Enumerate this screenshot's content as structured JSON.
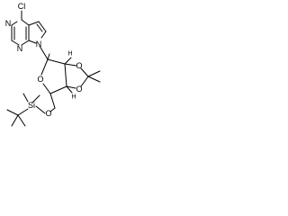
{
  "atoms": {
    "cl": "Cl",
    "n_pyrimidine_top": "N",
    "n_pyrimidine_bottom": "N",
    "n_pyrrole": "N",
    "o_ring": "O",
    "o_dioxolane_top": "O",
    "o_dioxolane_bottom": "O",
    "o_silyl": "O",
    "si": "Si",
    "h_c1": "H",
    "h_c4": "H"
  }
}
